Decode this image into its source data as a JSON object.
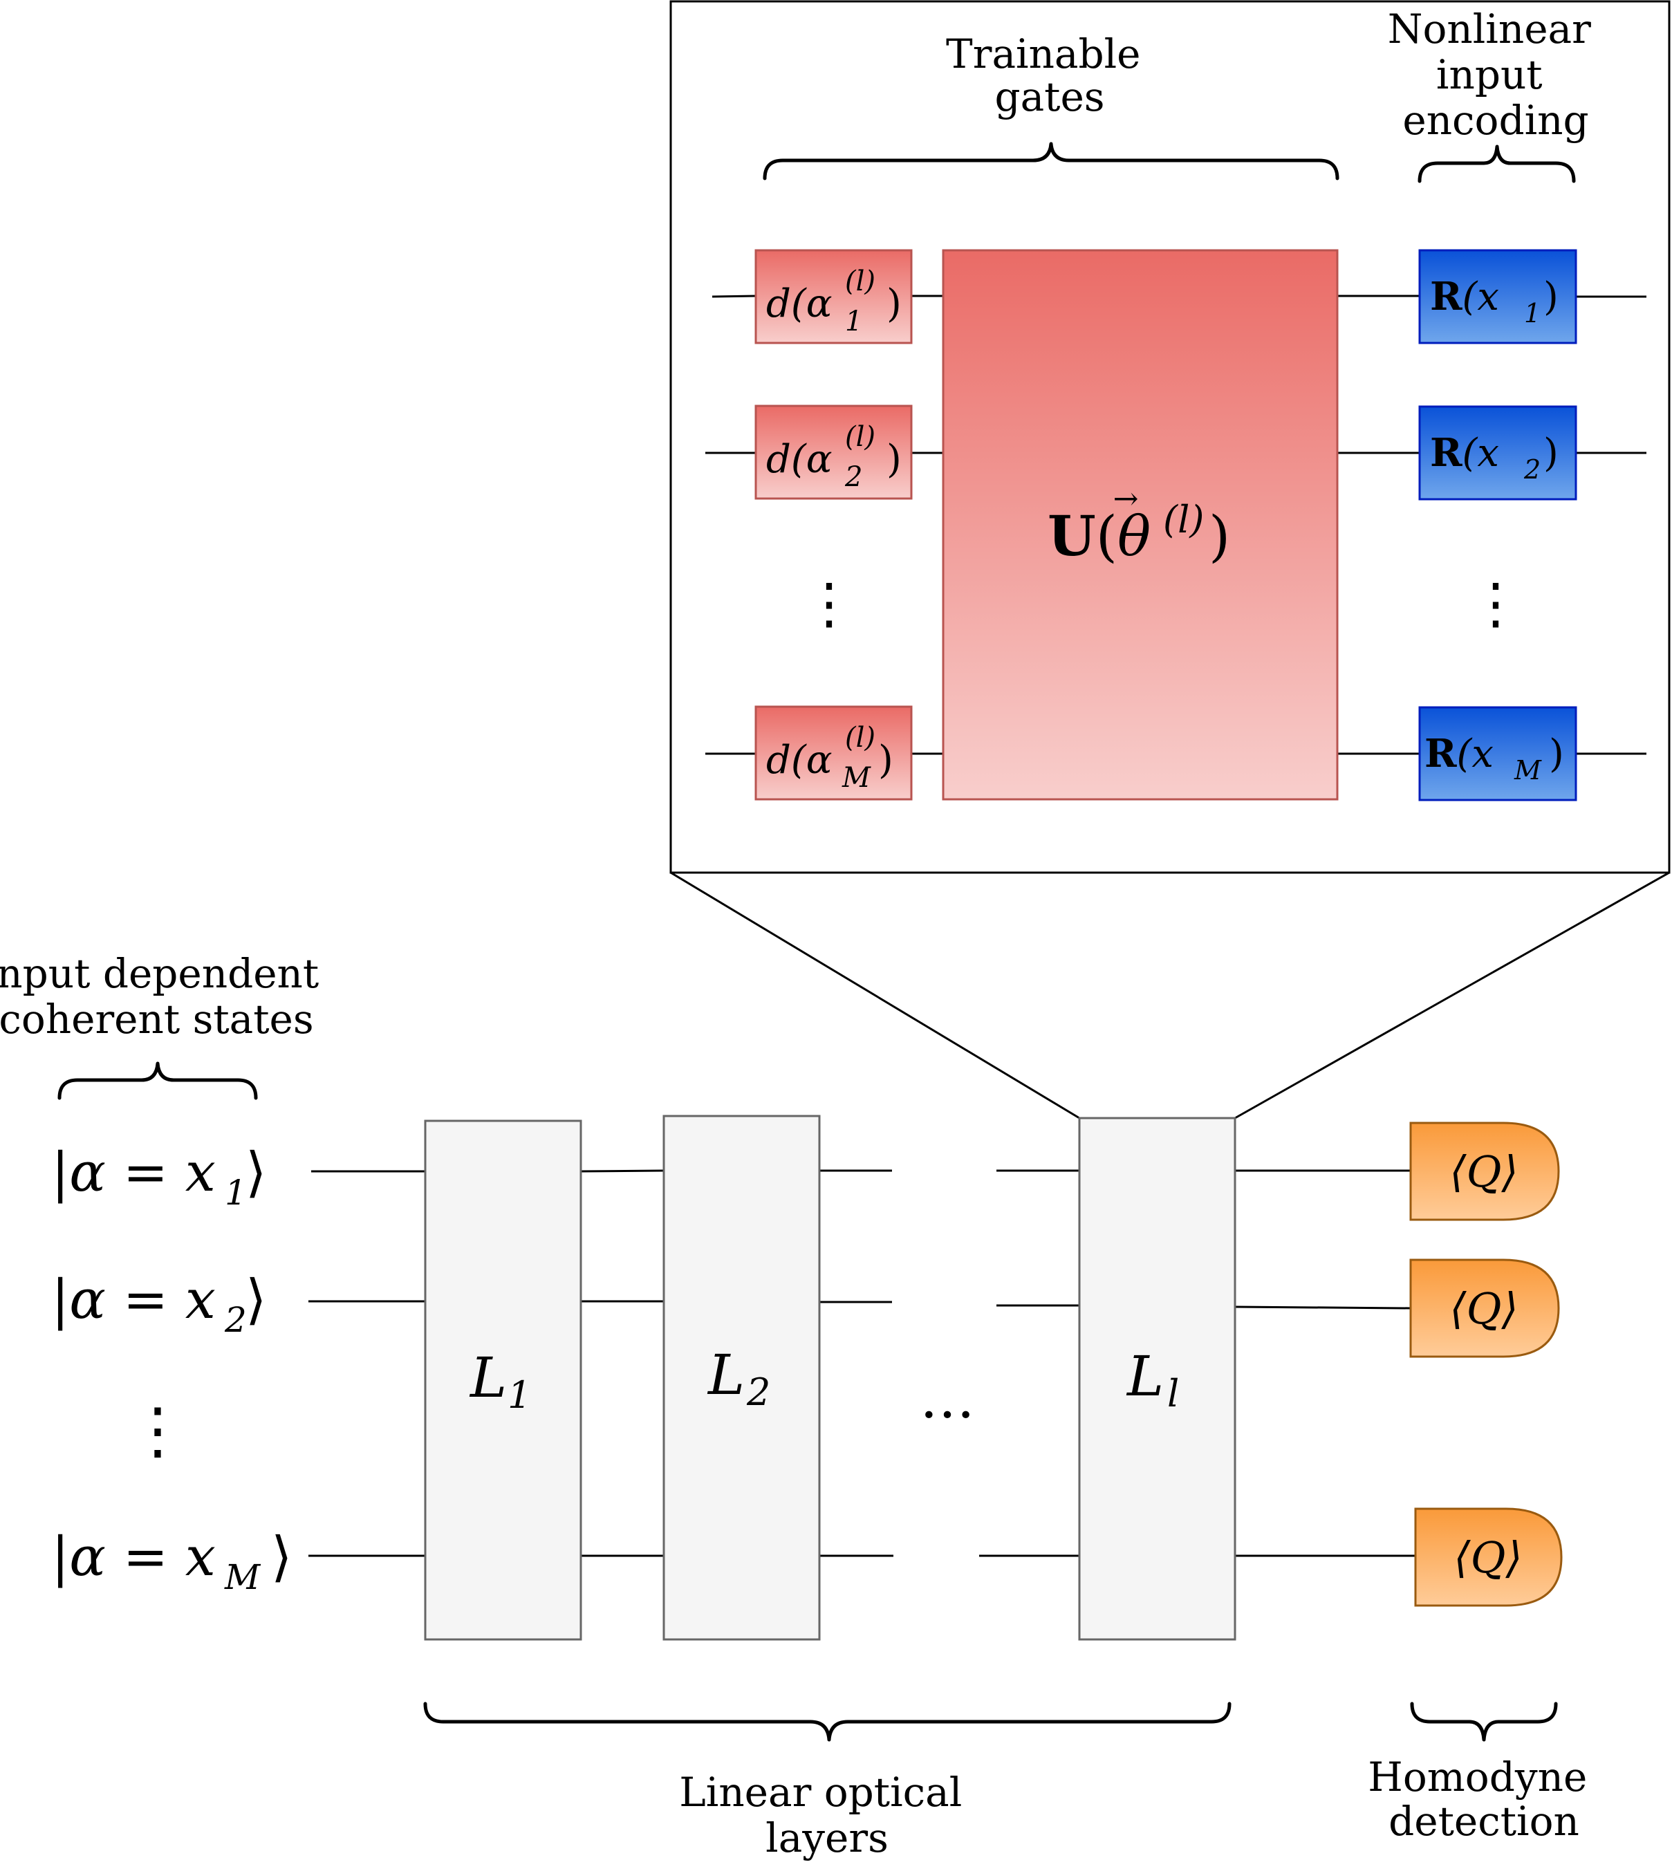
{
  "top_labels": {
    "trainable_gates": [
      "Trainable",
      "gates"
    ],
    "nonlinear_input_encoding": [
      "Nonlinear",
      "input",
      "encoding"
    ]
  },
  "inset": {
    "displacement_gates": [
      {
        "prefix": "d(α",
        "sub": "1",
        "sup": "(l)",
        "suffix": ")"
      },
      {
        "prefix": "d(α",
        "sub": "2",
        "sup": "(l)",
        "suffix": ")"
      },
      {
        "prefix": "d(α",
        "sub": "M",
        "sup": "(l)",
        "suffix": ")"
      }
    ],
    "unitary": {
      "bold": "U",
      "open": "(",
      "theta": "θ",
      "sup": "(l)",
      "close": ")"
    },
    "encoding_gates": [
      {
        "bold": "R",
        "open": "(x",
        "sub": "1",
        "close": ")"
      },
      {
        "bold": "R",
        "open": "(x",
        "sub": "2",
        "close": ")"
      },
      {
        "bold": "R",
        "open": "(x",
        "sub": "M",
        "close": ")"
      }
    ],
    "vdots": "⋮"
  },
  "inputs": {
    "header": [
      "Input dependent",
      "coherent states"
    ],
    "states": [
      {
        "prefix": "|α = x",
        "sub": "1",
        "suffix": "⟩"
      },
      {
        "prefix": "|α = x",
        "sub": "2",
        "suffix": "⟩"
      },
      {
        "prefix": "|α = x",
        "sub": "M",
        "suffix": "⟩"
      }
    ],
    "vdots": "⋮"
  },
  "layers": [
    {
      "letter": "L",
      "sub": "1"
    },
    {
      "letter": "L",
      "sub": "2"
    },
    {
      "letter": "L",
      "sub": "l"
    }
  ],
  "hdots": "…",
  "detectors": [
    "⟨Q⟩",
    "⟨Q⟩",
    "⟨Q⟩"
  ],
  "bottom_labels": {
    "linear_optical_layers": [
      "Linear optical",
      "layers"
    ],
    "homodyne_detection": [
      "Homodyne",
      "detection"
    ]
  },
  "colors": {
    "red_top": "#ea6b66",
    "red_bottom": "#f8cecc",
    "red_stroke": "#b85450",
    "blue_top": "#dae8fc",
    "blue_bottom": "#0050ef",
    "blue_stroke": "#001dbc",
    "orange_top": "#ffcc99",
    "orange_bottom": "#fa9a3a",
    "orange_stroke": "#9a5b10",
    "layer_fill": "#f5f5f5",
    "layer_stroke": "#666666"
  }
}
